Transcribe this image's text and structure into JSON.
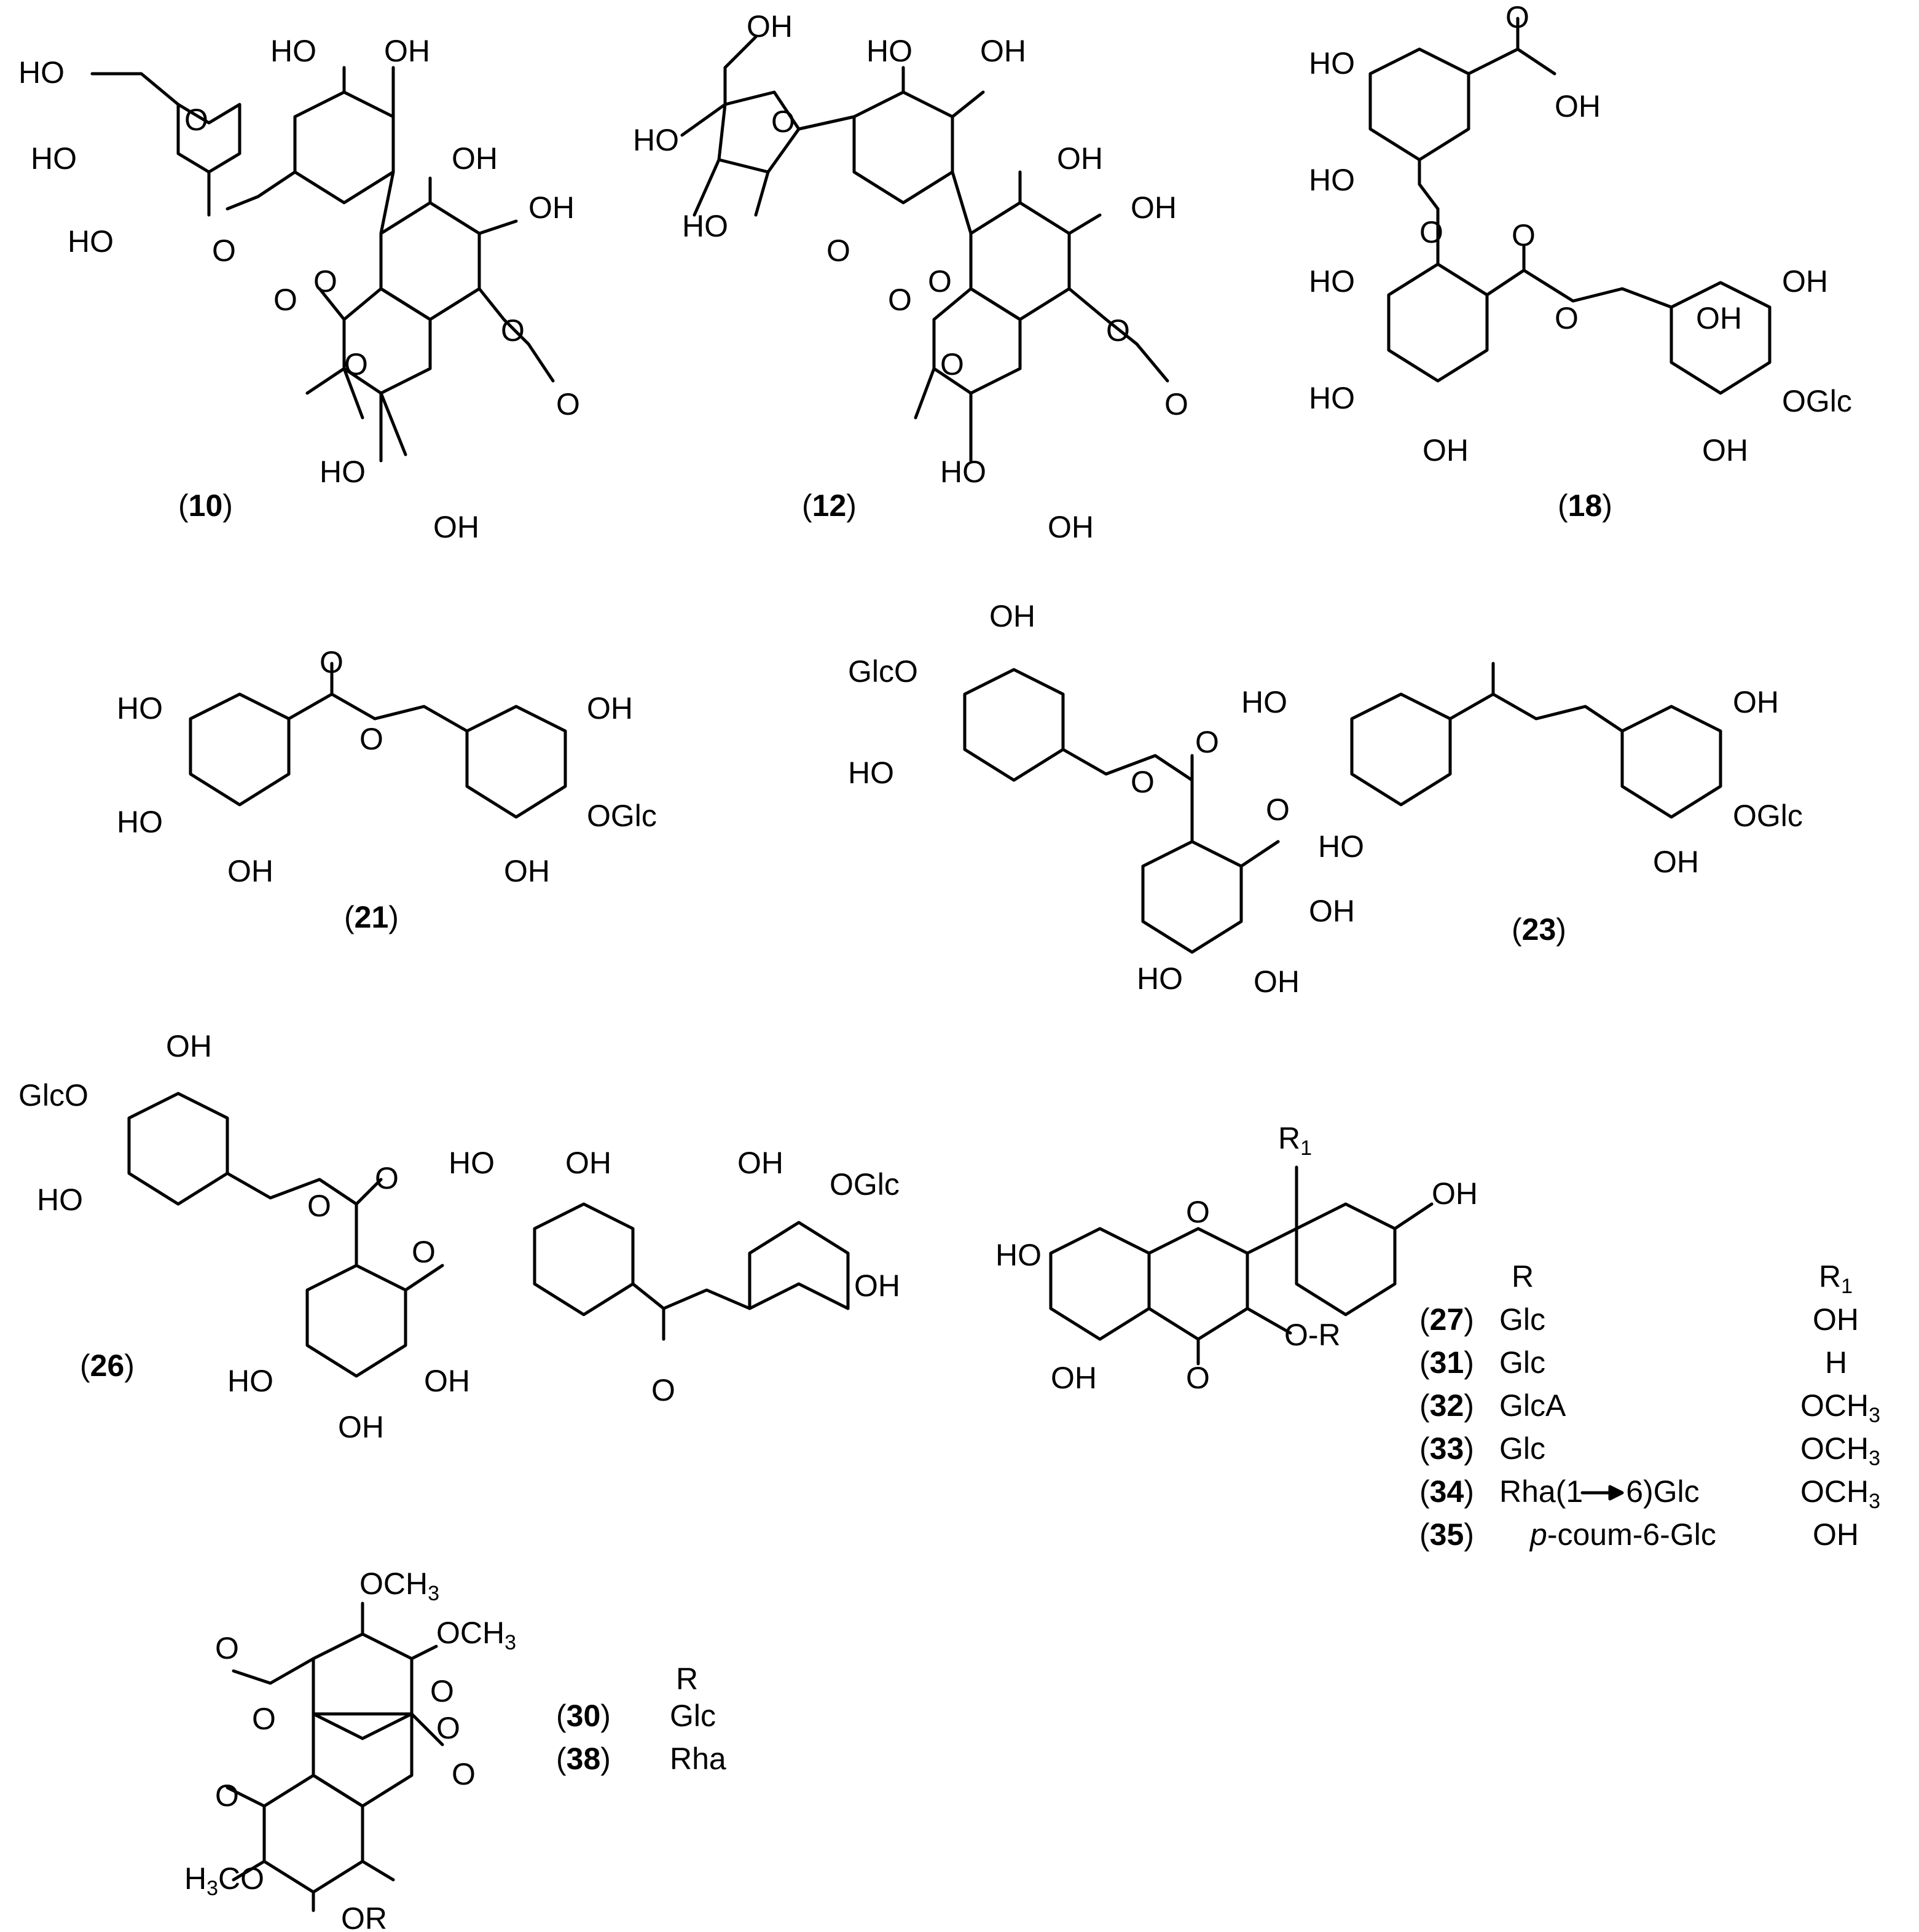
{
  "compounds": [
    {
      "id": "10",
      "labels": [
        "HO",
        "O",
        "HO",
        "HO",
        "O",
        "O",
        "HO",
        "OH",
        "OH",
        "OH",
        "O",
        "O",
        "O",
        "O",
        "HO",
        "OH"
      ]
    },
    {
      "id": "12",
      "labels": [
        "OH",
        "HO",
        "O",
        "HO",
        "O",
        "O",
        "HO",
        "OH",
        "OH",
        "OH",
        "O",
        "O",
        "O",
        "O",
        "HO",
        "OH"
      ]
    },
    {
      "id": "18",
      "labels": [
        "O",
        "HO",
        "OH",
        "HO",
        "O",
        "O",
        "HO",
        "O",
        "HO",
        "OH",
        "OH",
        "OGlc",
        "OH",
        "OH"
      ]
    },
    {
      "id": "21",
      "labels": [
        "O",
        "HO",
        "O",
        "OH",
        "HO",
        "OGlc",
        "OH",
        "OH"
      ]
    },
    {
      "id": "23",
      "labels": [
        "OH",
        "GlcO",
        "HO",
        "O",
        "HO",
        "O",
        "O",
        "OH",
        "HO",
        "OGlc",
        "OH",
        "OH",
        "HO",
        "OH"
      ]
    },
    {
      "id": "26",
      "labels": [
        "OH",
        "GlcO",
        "HO",
        "O",
        "HO",
        "OH",
        "OH",
        "OGlc",
        "O",
        "OH",
        "O",
        "HO",
        "OH",
        "OH",
        "O"
      ]
    },
    {
      "id": "30"
    },
    {
      "id": "38"
    }
  ],
  "flavonol": {
    "labels": [
      "R",
      "OH",
      "HO",
      "O",
      "O-R",
      "OH",
      "O"
    ],
    "header": {
      "r": "R",
      "r1": "R",
      "r1_sub": "1"
    },
    "rows": [
      {
        "num": "27",
        "r": "Glc",
        "r1": "OH",
        "sub": "",
        "after": ""
      },
      {
        "num": "31",
        "r": "Glc",
        "r1": "H",
        "sub": "",
        "after": ""
      },
      {
        "num": "32",
        "r": "GlcA",
        "r1": "OCH",
        "sub": "3",
        "after": ""
      },
      {
        "num": "33",
        "r": "Glc",
        "r1": "OCH",
        "sub": "3",
        "after": ""
      },
      {
        "num": "34",
        "r": "Rha(1",
        "r_tail": "6)Glc",
        "r1": "OCH",
        "sub": "3",
        "after": ""
      },
      {
        "num": "35",
        "r": "-coum-6-Glc",
        "r_prefix": "p",
        "r1": "OH",
        "sub": "",
        "after": ""
      }
    ]
  },
  "ellagic": {
    "labels": [
      "O",
      "O",
      "O",
      "O",
      "O",
      "O",
      "OR"
    ],
    "och3_a": "OCH",
    "och3_b": "OCH",
    "sub": "3",
    "h3co_a": "H",
    "h3co_b": "CO",
    "header": "R",
    "rows": [
      {
        "num": "30",
        "r": "Glc"
      },
      {
        "num": "38",
        "r": "Rha"
      }
    ]
  },
  "paren_open": "(",
  "paren_close": ")"
}
